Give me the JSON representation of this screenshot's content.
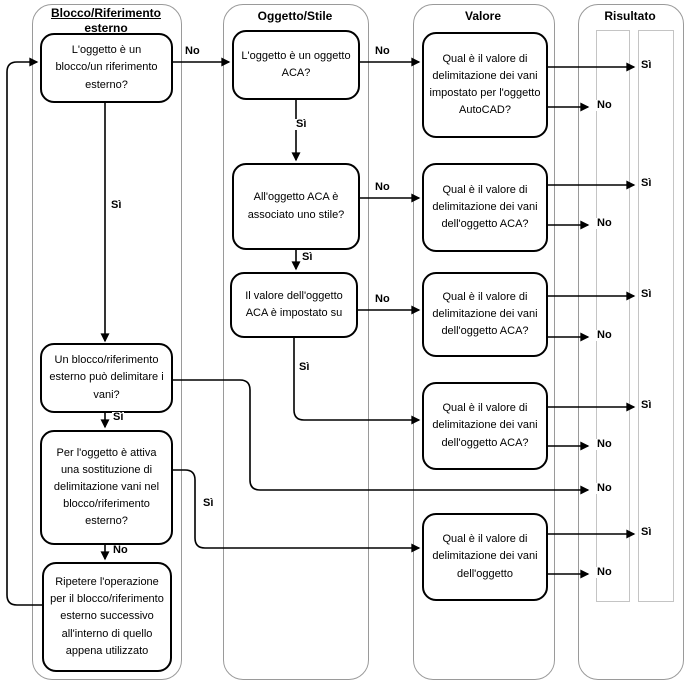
{
  "colors": {
    "background": "#ffffff",
    "line": "#000000",
    "lane_border": "#9a9a9a",
    "result_slot_border": "#c4c4c4"
  },
  "lanes": [
    {
      "title": "Blocco/Riferimento esterno"
    },
    {
      "title": "Oggetto/Stile"
    },
    {
      "title": "Valore"
    },
    {
      "title": "Risultato"
    }
  ],
  "nodes": [
    {
      "text": "L'oggetto è un blocco/un riferimento esterno?"
    },
    {
      "text": "Un blocco/riferimento esterno può delimitare i vani?"
    },
    {
      "text": "Per l'oggetto è attiva una sostituzione di delimitazione vani nel blocco/riferimento esterno?"
    },
    {
      "text": "Ripetere l'operazione per il blocco/riferimento esterno successivo all'interno di quello appena utilizzato"
    },
    {
      "text": "L'oggetto è un oggetto ACA?"
    },
    {
      "text": "All'oggetto ACA è associato uno stile?"
    },
    {
      "text": "Il valore dell'oggetto ACA è impostato su"
    },
    {
      "text": "Qual è il valore di delimitazione dei vani impostato per l'oggetto AutoCAD?"
    },
    {
      "text": "Qual è il valore di delimitazione dei vani dell'oggetto ACA?"
    },
    {
      "text": "Qual è il valore di delimitazione dei vani dell'oggetto ACA?"
    },
    {
      "text": "Qual è il valore di delimitazione dei vani dell'oggetto ACA?"
    },
    {
      "text": "Qual è il valore di delimitazione dei vani dell'oggetto"
    }
  ],
  "labels": [
    {
      "text": "No"
    },
    {
      "text": "Sì"
    },
    {
      "text": "No"
    },
    {
      "text": "Sì"
    },
    {
      "text": "No"
    },
    {
      "text": "Sì"
    },
    {
      "text": "No"
    },
    {
      "text": "Sì"
    },
    {
      "text": "Sì"
    },
    {
      "text": "No"
    },
    {
      "text": "Sì"
    },
    {
      "text": "Sì"
    },
    {
      "text": "No"
    },
    {
      "text": "Sì"
    },
    {
      "text": "No"
    },
    {
      "text": "Sì"
    },
    {
      "text": "No"
    },
    {
      "text": "Sì"
    },
    {
      "text": "No"
    },
    {
      "text": "No"
    },
    {
      "text": "Sì"
    },
    {
      "text": "No"
    }
  ]
}
